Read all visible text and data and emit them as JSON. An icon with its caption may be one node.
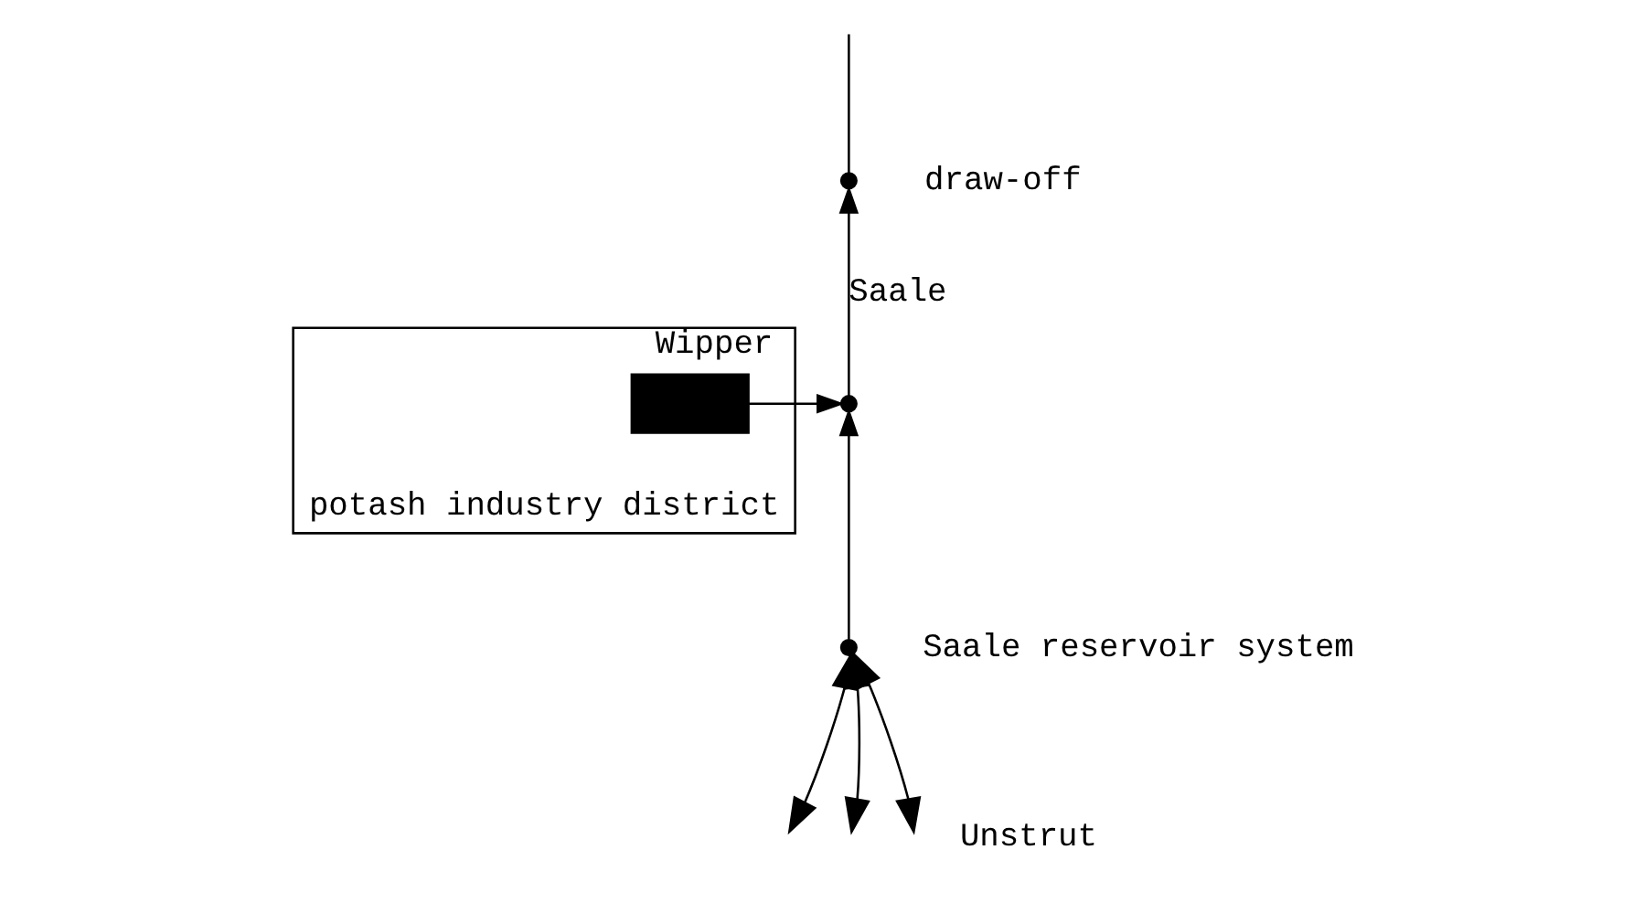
{
  "diagram": {
    "nodes": [
      {
        "text": [
          "potash industry district"
        ]
      },
      {
        "text": [],
        "shape": "box",
        "in": 0
      },
      {
        "text": [],
        "shape": "point"
      },
      {
        "text": [],
        "shape": "point",
        "beside": [
          "draw-off"
        ]
      },
      {
        "text": [],
        "shape": "point",
        "beside": [
          "Saale reservoir system"
        ]
      }
    ],
    "edges": [
      {
        "from": 1,
        "to": 2,
        "arrow": "to",
        "label": "Wipper"
      },
      {
        "from": 4,
        "to": 2,
        "arrow": "to"
      },
      {
        "from": 2,
        "to": 3,
        "arrow": "to",
        "label": "Saale"
      },
      {
        "from": 3,
        "to": null,
        "arrow": "none"
      },
      {
        "from": 4,
        "to": null,
        "arrow": "both"
      },
      {
        "from": 4,
        "to": null,
        "arrow": "both"
      },
      {
        "from": 4,
        "to": null,
        "arrow": "both"
      }
    ],
    "labels": [
      "Unstrut"
    ]
  }
}
